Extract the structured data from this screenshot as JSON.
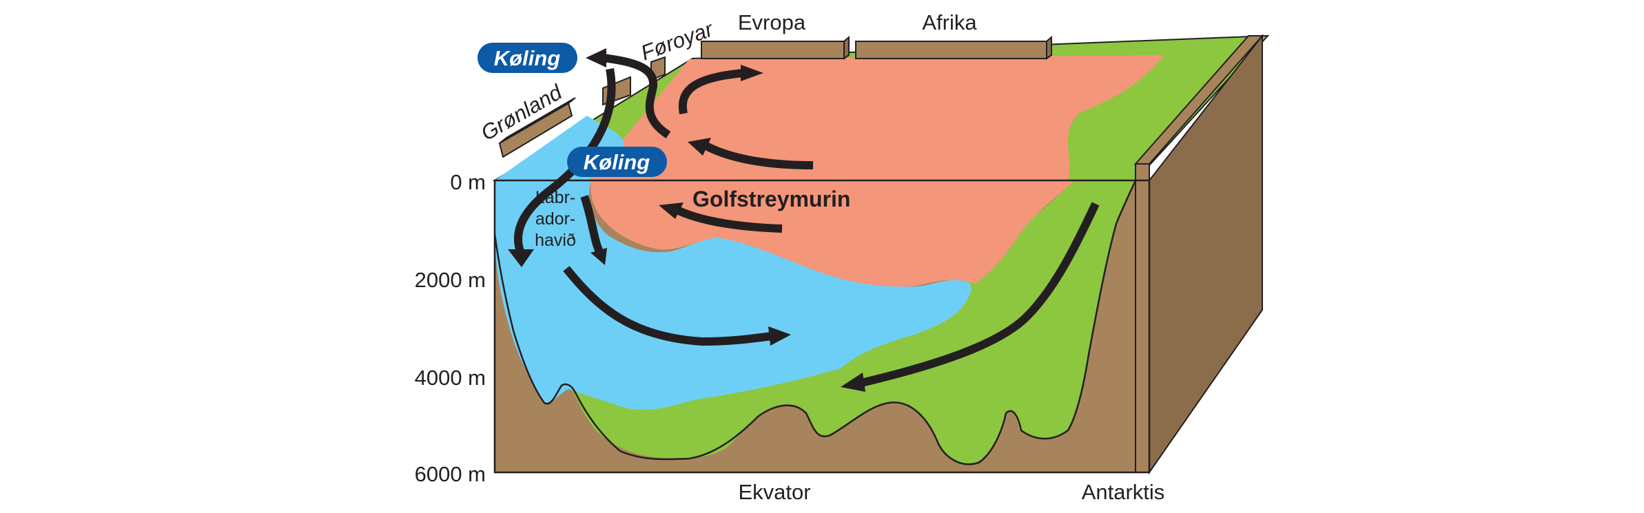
{
  "depth_labels": [
    "0 m",
    "2000 m",
    "4000 m",
    "6000 m"
  ],
  "places": {
    "europe": "Evropa",
    "africa": "Afrika",
    "faroe": "Føroyar",
    "greenland": "Grønland",
    "equator": "Ekvator",
    "antarctica": "Antarktis"
  },
  "labrador": [
    "Labr-",
    "ador-",
    "havið"
  ],
  "gulf_stream": "Golfstreymurin",
  "cooling_top": "Køling",
  "cooling_mid": "Køling",
  "colors": {
    "warm_water": "#f4967a",
    "cold_water": "#6ecff6",
    "antarctic_water": "#8dc63f",
    "seabed": "#a8845c",
    "side": "#8b6d4c",
    "cooling_badge": "#0d5aa7",
    "arrow": "#231f20"
  },
  "icons": [
    "current-arrow",
    "cooling-badge"
  ]
}
